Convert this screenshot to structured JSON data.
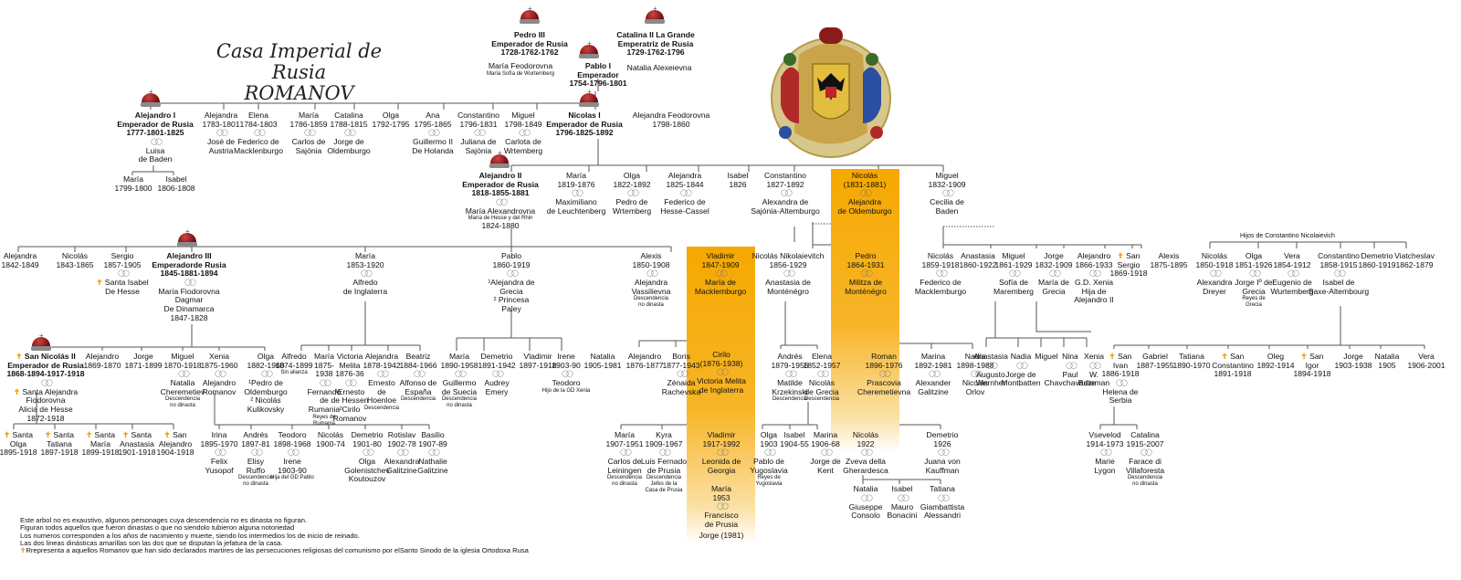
{
  "title": {
    "line1": "Casa Imperial de Rusia",
    "line2": "ROMANOV"
  },
  "labels": {
    "rings": "◯◯",
    "hijos_constantino": "Hijos de Constantino Nicolaievich"
  },
  "colors": {
    "highlight": "#f5a800",
    "martyr_cross": "#f29b05",
    "crown": "#8b1a1a"
  },
  "notes": [
    "Este arbol no es exaustivo, algunos personages cuya descendencia no es dinasta no figuran.",
    "Figuran todos aquellos que fueron dinastas o que no siendolo tubieron alguna notoriedad",
    "Los numeros corresponden a los años de nacimiento y muerte, siendo los intermedios los de inicio de reinado.",
    "Las dos lineas dinásticas amarillas son las dos que se disputan la jefatura de la casa.",
    "Rrepresenta a aquellos Romanov que han sido declarados martires de las persecuciones religiosas del comunismo por elSanto Sinodo de la iglesia Ortodoxa Rusa"
  ],
  "people": [
    {
      "id": "pedro3",
      "name": "Pedro III\nEmperador de Rusia\n1728-1762-1762",
      "bold": true
    },
    {
      "id": "catalina2",
      "name": "Catalina II La Grande\nEmperatriz de Rusia\n1729-1762-1796",
      "bold": true
    },
    {
      "id": "maria_feod",
      "name": "María Feodorovna",
      "sub": "María Sofía de Wurtemberg"
    },
    {
      "id": "pablo1",
      "name": "Pablo I\nEmperador\n1754-1796-1801",
      "bold": true
    },
    {
      "id": "natalia_alex",
      "name": "Natalia Alexeievna"
    },
    {
      "id": "alejandro1",
      "name": "Alejandro I\nEmperador de Rusia\n1777-1801-1825",
      "bold": true,
      "spouse": "Luisa\nde Baden"
    },
    {
      "id": "alejandra83",
      "name": "Alejandra\n1783-1801",
      "spouse": "José de\nAustria"
    },
    {
      "id": "elena84",
      "name": "Elena\n1784-1803",
      "spouse": "Federico de\nMacklenburgo"
    },
    {
      "id": "maria86",
      "name": "María\n1786-1859",
      "spouse": "Carlos de\nSajónia"
    },
    {
      "id": "catalina88",
      "name": "Catalina\n1788-1815",
      "spouse": "Jorge de\nOldemburgo"
    },
    {
      "id": "olga92",
      "name": "Olga\n1792-1795"
    },
    {
      "id": "ana95",
      "name": "Ana\n1795-1865",
      "spouse": "Guillermo II\nDe Holanda"
    },
    {
      "id": "constantino79",
      "name": "Constantino\n1796-1831",
      "spouse": "Juliana de\nSajónia"
    },
    {
      "id": "miguel98",
      "name": "Miguel\n1798-1849",
      "spouse": "Carlota de\nWrtemberg"
    },
    {
      "id": "nicolas1",
      "name": "Nicolas I\nEmperador de Rusia\n1796-1825-1892",
      "bold": true
    },
    {
      "id": "alej_feod",
      "name": "Alejandra Feodorovna\n1798-1860"
    },
    {
      "id": "maria99",
      "name": "María\n1799-1800"
    },
    {
      "id": "isabel06",
      "name": "Isabel\n1806-1808"
    },
    {
      "id": "alejandro2",
      "name": "Alejandro II\nEmperador de Rusia\n1818-1855-1881",
      "bold": true,
      "spouse": "María Alexandrovna",
      "spouse_sub": "María de Hesse y del Rhin",
      "spouse_years": "1824-1880"
    },
    {
      "id": "maria19",
      "name": "María\n1819-1876",
      "spouse": "Maximiliano\nde Leuchtenberg"
    },
    {
      "id": "olga22",
      "name": "Olga\n1822-1892",
      "spouse": "Pedro de\nWrtemberg"
    },
    {
      "id": "alejandra25",
      "name": "Alejandra\n1825-1844",
      "spouse": "Federico de\nHesse-Cassel"
    },
    {
      "id": "isabel26",
      "name": "Isabel\n1826"
    },
    {
      "id": "constantino27",
      "name": "Constantino\n1827-1892",
      "spouse": "Alexandra de\nSajónia-Altemburgo"
    },
    {
      "id": "nicolas31",
      "name": "Nicolás\n(1831-1881)",
      "spouse": "Alejandra\nde Oldemburgo"
    },
    {
      "id": "miguel32",
      "name": "Miguel\n1832-1909",
      "spouse": "Cecilia de\nBaden"
    },
    {
      "id": "alejandra42",
      "name": "Alejandra\n1842-1849"
    },
    {
      "id": "nicolas43",
      "name": "Nicolás\n1843-1865"
    },
    {
      "id": "sergio57",
      "name": "Sergio\n1857-1905",
      "spouse": "Santa Isabel\nDe Hesse",
      "spouse_martyr": true
    },
    {
      "id": "alejandro3",
      "name": "Alejandro III\nEmperadorde Rusia\n1845-1881-1894",
      "bold": true,
      "spouse": "María Fiodorovna\nDagmar\nDe Dinamarca\n1847-1828"
    },
    {
      "id": "maria53",
      "name": "María\n1853-1920",
      "spouse": "Alfredo\nde Inglaterra"
    },
    {
      "id": "pablo60",
      "name": "Pablo\n1860-1919",
      "spouse": "¹Alejandra de\nGrecia\n² Princesa\nPaley"
    },
    {
      "id": "alexis50",
      "name": "Alexis\n1850-1908",
      "spouse": "Alejandra\nVassilievna",
      "spouse_sub": "Descendencia\nno dinasta"
    },
    {
      "id": "vladimir47",
      "name": "Vladimir\n1847-1909",
      "spouse": "María de\nMacklemburgo"
    },
    {
      "id": "nicolas_nik",
      "name": "Nicolás Nikolaievitch\n1856-1929",
      "spouse": "Anastasia de\nMonténégro"
    },
    {
      "id": "pedro64",
      "name": "Pedro\n1864-1931",
      "spouse": "Militza de\nMonténégro"
    },
    {
      "id": "nicolas59",
      "name": "Nicolás\n1859-1918",
      "spouse": "Federico de\nMacklemburgo"
    },
    {
      "id": "anastasia60",
      "name": "Anastasia\n1860-1922"
    },
    {
      "id": "miguel61",
      "name": "Miguel\n1861-1929",
      "spouse": "Sofía de\nMaremberg"
    },
    {
      "id": "jorge63",
      "name": "Jorge\n1832-1909",
      "spouse": "María de\nGrecia"
    },
    {
      "id": "alejandro66",
      "name": "Alejandro\n1866-1933",
      "spouse": "G.D. Xenia\nHija de\nAlejandro II"
    },
    {
      "id": "sergio69",
      "name": "San\nSergio\n1869-1918",
      "martyr": true
    },
    {
      "id": "alexis75",
      "name": "Alexis\n1875-1895"
    },
    {
      "id": "nicolas50c",
      "name": "Nicolás\n1850-1918",
      "spouse": "Alexandra\nDreyer"
    },
    {
      "id": "olga51",
      "name": "Olga\n1851-1926",
      "spouse": "Jorge Iº de\nGrecia",
      "spouse_sub": "Reyes de\nGrecia"
    },
    {
      "id": "vera54",
      "name": "Vera\n1854-1912",
      "spouse": "Eugenio de\nWurtemberg"
    },
    {
      "id": "constantino58",
      "name": "Constantino\n1858-1915",
      "spouse": "Isabel de\nSaxe-Altembourg"
    },
    {
      "id": "demetrio60",
      "name": "Demetrio\n1860-1919"
    },
    {
      "id": "viatcheslav62",
      "name": "Viatcheslav\n1862-1879"
    },
    {
      "id": "nicolas2",
      "name": "San Nicolás II\nEmperador de Rusia\n1868-1894-1917-1918",
      "bold": true,
      "martyr": true,
      "spouse": "Santa Alejandra\nFiodorovna",
      "spouse_martyr": true,
      "spouse_sub2": "Alicia de Hesse\n1872-1918"
    },
    {
      "id": "alejandro70",
      "name": "Alejandro\n1869-1870"
    },
    {
      "id": "jorge71",
      "name": "Jorge\n1871-1899"
    },
    {
      "id": "miguel78",
      "name": "Miguel\n1870-1918",
      "spouse": "Natalia\nCheremetiev",
      "spouse_sub": "Descendencia\nno dinasta"
    },
    {
      "id": "xenia75",
      "name": "Xenia\n1875-1960",
      "spouse": "Alejandro\nRomanov"
    },
    {
      "id": "olga82",
      "name": "Olga\n1882-1960",
      "spouse": "¹Pedro de\nOldemburgo\n² Nicolás\nKulikovsky"
    },
    {
      "id": "olga95",
      "name": "Santa\nOlga\n1895-1918",
      "martyr": true
    },
    {
      "id": "tatiana97",
      "name": "Santa\nTatiana\n1897-1918",
      "martyr": true
    },
    {
      "id": "maria99b",
      "name": "Santa\nMaría\n1899-1918",
      "martyr": true
    },
    {
      "id": "anastasia01",
      "name": "Santa\nAnastasia\n1901-1918",
      "martyr": true
    },
    {
      "id": "alejandro04",
      "name": "San\nAlejandro\n1904-1918",
      "martyr": true
    },
    {
      "id": "alfredo74",
      "name": "Alfredo\n1874-1899",
      "sub": "Sin alianza"
    },
    {
      "id": "maria75",
      "name": "María\n1875-\n1938",
      "spouse": "Fernando\nde\nRumania",
      "spouse_sub": "Reyes de\nRumania"
    },
    {
      "id": "victoria76",
      "name": "Victoria\nMelita\n1876-36",
      "spouse": "¹Ernesto\nde Hessen\n²Cirilo\nRomanov"
    },
    {
      "id": "alejandra78",
      "name": "Alejandra\n1878-1942",
      "spouse": "Ernesto\nde\nHoenloe",
      "spouse_sub": "Descendencia"
    },
    {
      "id": "beatriz84",
      "name": "Beatriz\n1884-1966",
      "spouse": "Alfonso de\nEspaña",
      "spouse_sub": "Descendencia"
    },
    {
      "id": "maria90",
      "name": "María\n1890-1958",
      "spouse": "Guillermo\nde Suecia",
      "spouse_sub": "Descendencia\nno dinasta"
    },
    {
      "id": "demetrio91",
      "name": "Demetrio\n1891-1942",
      "spouse": "Audrey\nEmery"
    },
    {
      "id": "vladimir97",
      "name": "Vladimir\n1897-1918",
      "martyr": false
    },
    {
      "id": "irene03",
      "name": "Irene\n1903-90",
      "spouse": "Teodoro",
      "spouse_sub": "Hijo de la GD Xenia"
    },
    {
      "id": "natalia05",
      "name": "Natalia\n1905-1981"
    },
    {
      "id": "irina95",
      "name": "Irina\n1895-1970",
      "spouse": "Felix\nYusopof"
    },
    {
      "id": "andres97",
      "name": "Andrés\n1897-81",
      "spouse": "Elisy\nRuffo",
      "spouse_sub": "Descendencia\nno dinasta"
    },
    {
      "id": "teodoro98",
      "name": "Teodoro\n1898-1968",
      "spouse": "Irene\n1903-90",
      "spouse_sub": "Hija del GD Pablo"
    },
    {
      "id": "nicolas00",
      "name": "Nicolás\n1900-74"
    },
    {
      "id": "demetrio01",
      "name": "Demetrio\n1901-80",
      "spouse": "Olga\nGolenistchev\nKoutouzov"
    },
    {
      "id": "rotislav02",
      "name": "Rotislav\n1902-78",
      "spouse": "Alexandra\nGalitzine"
    },
    {
      "id": "basilio07",
      "name": "Basilio\n1907-89",
      "spouse": "Nathalie\nGalitzine"
    },
    {
      "id": "alejandro76",
      "name": "Alejandro\n1876-1877"
    },
    {
      "id": "boris77",
      "name": "Boris\n1877-1943",
      "spouse": "Zénaida\nRachevska"
    },
    {
      "id": "cirilo",
      "name": "Cirilo\n(1876-1938)",
      "spouse": "Victoria Melita\nde Inglaterra"
    },
    {
      "id": "andres79",
      "name": "Andrés\n1879-1956",
      "spouse": "Matilde\nKrzekinski",
      "spouse_sub": "Descendencia"
    },
    {
      "id": "elena82",
      "name": "Elena\n1852-1957",
      "spouse": "Nicolás\nde Grecia",
      "spouse_sub": "Descendencia"
    },
    {
      "id": "roman96",
      "name": "Roman\n1896-1976",
      "spouse": "Prascovia\nCheremetievna"
    },
    {
      "id": "marina92",
      "name": "Marina\n1892-1981",
      "spouse": "Alexander\nGalitzine"
    },
    {
      "id": "nadia98",
      "name": "Nadia\n1898-1988",
      "spouse": "Nicolás\nOrlov"
    },
    {
      "id": "anastasia_m",
      "name": "Anastasia",
      "spouse": "Augusto\nWernher"
    },
    {
      "id": "nadia_m",
      "name": "Nadia",
      "spouse": "Jorge de\nMontbatten"
    },
    {
      "id": "miguel_m",
      "name": "Miguel"
    },
    {
      "id": "nina",
      "name": "Nina",
      "spouse": "Paul\nChavchavadze"
    },
    {
      "id": "xenia_m",
      "name": "Xenia",
      "spouse": "W.\nBateman"
    },
    {
      "id": "ivan86",
      "name": "San\nIvan\n1886-1918",
      "martyr": true,
      "spouse": "Helena de\nSerbia"
    },
    {
      "id": "gabriel87",
      "name": "Gabriel\n1887-1955"
    },
    {
      "id": "tatiana90",
      "name": "Tatiana\n1890-1970"
    },
    {
      "id": "constantino91",
      "name": "San\nConstantino\n1891-1918",
      "martyr": true
    },
    {
      "id": "oleg92",
      "name": "Oleg\n1892-1914"
    },
    {
      "id": "igor94",
      "name": "San\nIgor\n1894-1918",
      "martyr": true
    },
    {
      "id": "jorge03",
      "name": "Jorge\n1903-1938"
    },
    {
      "id": "natalia05b",
      "name": "Natalia\n1905"
    },
    {
      "id": "vera06",
      "name": "Vera\n1906-2001"
    },
    {
      "id": "maria07",
      "name": "María\n1907-1951",
      "spouse": "Carlos de\nLeiningen",
      "spouse_sub": "Descendencia\nno dinasta"
    },
    {
      "id": "kyra09",
      "name": "Kyra\n1909-1967",
      "spouse": "Luis Fernado\nde Prusia",
      "spouse_sub": "Descendencia\nJefes de la\nCasa de Prusia"
    },
    {
      "id": "vladimir17",
      "name": "Vladimir\n1917-1992",
      "spouse": "Leonida de\nGeorgia"
    },
    {
      "id": "maria53b",
      "name": "María\n1953",
      "spouse": "Francisco\nde Prusia"
    },
    {
      "id": "jorge81",
      "name": "Jorge (1981)"
    },
    {
      "id": "olga03",
      "name": "Olga\n1903",
      "spouse": "Pablo de\nYugoslavia",
      "spouse_sub": "Reyes de\nYugoslavia"
    },
    {
      "id": "isabel04",
      "name": "Isabel\n1904-55"
    },
    {
      "id": "marina06",
      "name": "Marina\n1906-68",
      "spouse": "Jorge de\nKent"
    },
    {
      "id": "nicolas22",
      "name": "Nicolás\n1922",
      "spouse": "Zveva della\nGherardesca"
    },
    {
      "id": "demetrio26",
      "name": "Demetrio\n1926",
      "spouse": "Juana von\nKauffman"
    },
    {
      "id": "natalia_g",
      "name": "Natalia",
      "spouse": "Giuseppe\nConsolo"
    },
    {
      "id": "isabel_g",
      "name": "Isabel",
      "spouse": "Mauro\nBonacini"
    },
    {
      "id": "tatiana_g",
      "name": "Tatiana",
      "spouse": "Giambattista\nAlessandri"
    },
    {
      "id": "vsevelod14",
      "name": "Vsevelod\n1914-1973",
      "spouse": "Marie\nLygon"
    },
    {
      "id": "catalina15",
      "name": "Catalina\n1915-2007",
      "spouse": "Farace di\nVillaforesta",
      "spouse_sub": "Descendencia\nno dinasta"
    }
  ]
}
